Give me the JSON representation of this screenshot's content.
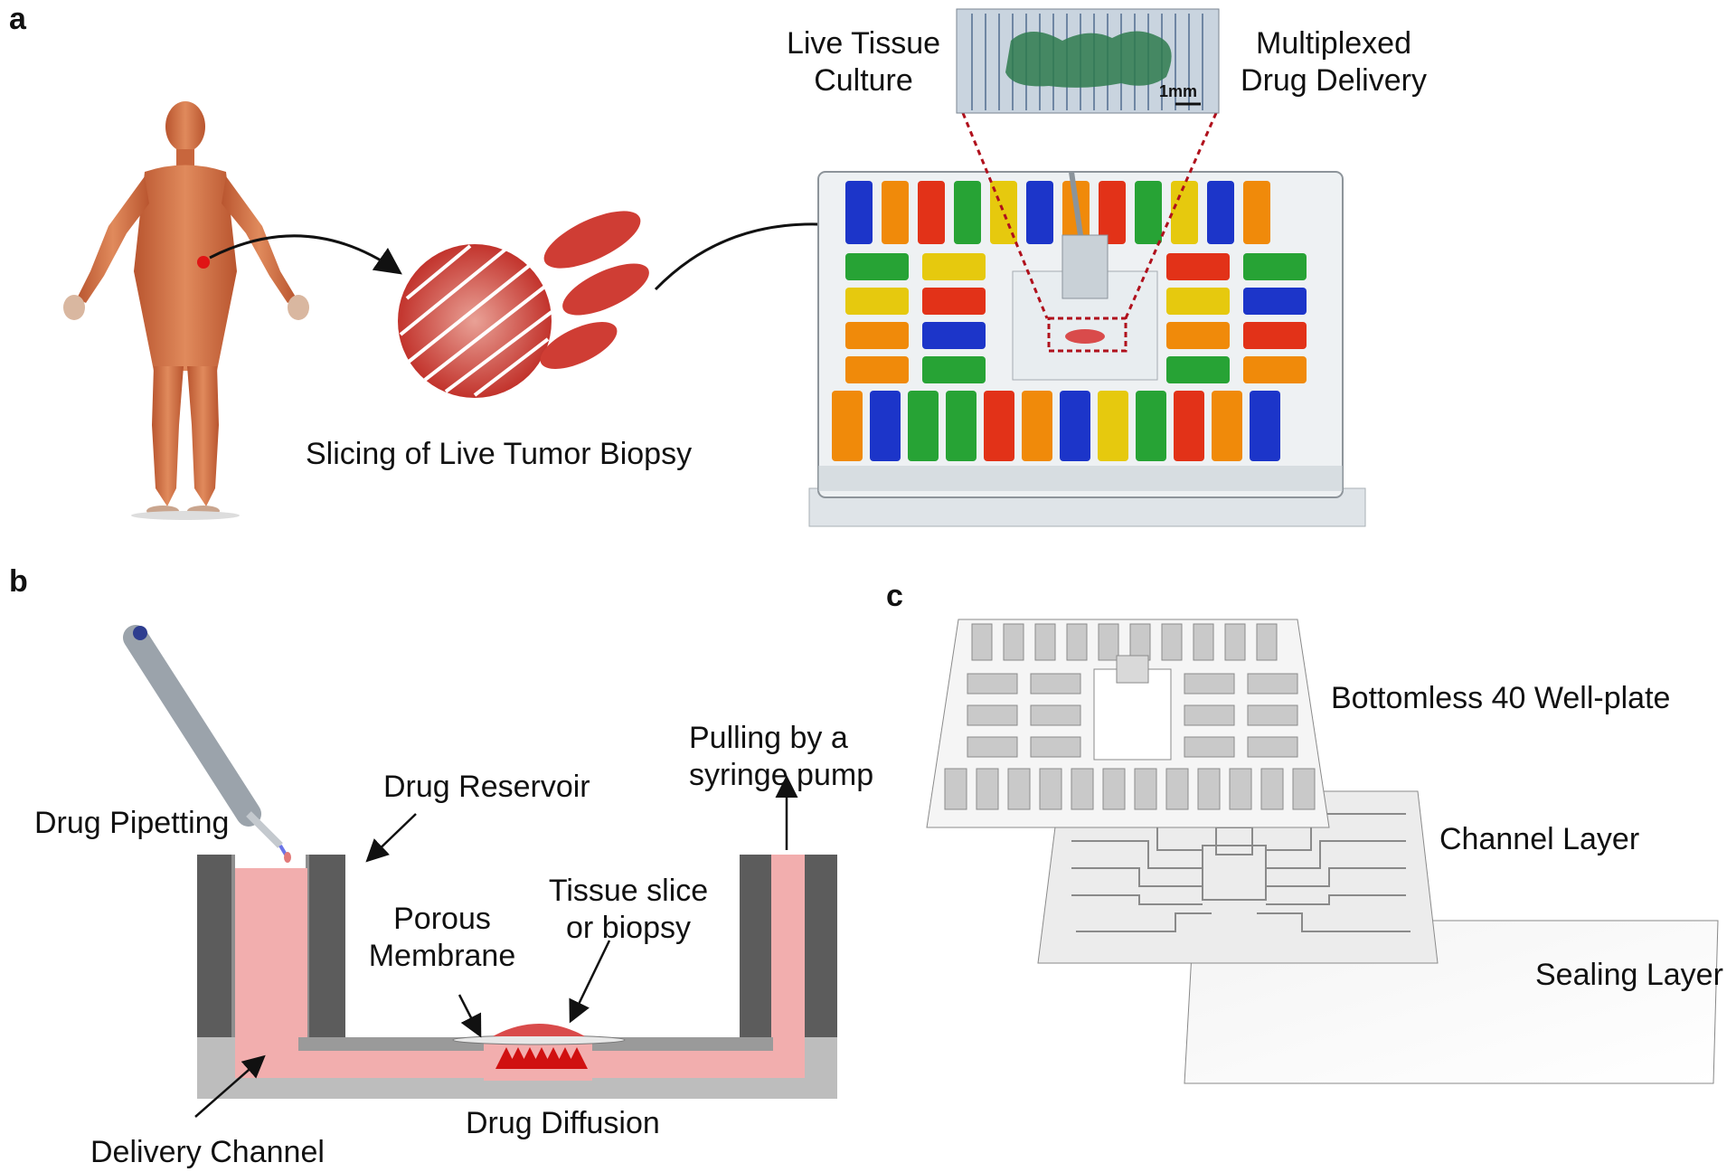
{
  "panels": {
    "a": {
      "letter": "a",
      "slicing_label": "Slicing of Live Tumor Biopsy",
      "culture_label_1": "Live Tissue",
      "culture_label_2": "Culture",
      "delivery_label_1": "Multiplexed",
      "delivery_label_2": "Drug Delivery",
      "scale_label": "1mm"
    },
    "b": {
      "letter": "b",
      "pipetting": "Drug Pipetting",
      "reservoir": "Drug Reservoir",
      "pulling_1": "Pulling by a",
      "pulling_2": "syringe pump",
      "tissue_1": "Tissue slice",
      "tissue_2": "or biopsy",
      "membrane_1": "Porous",
      "membrane_2": "Membrane",
      "diffusion": "Drug Diffusion",
      "channel": "Delivery Channel"
    },
    "c": {
      "letter": "c",
      "wellplate": "Bottomless 40 Well-plate",
      "channel_layer": "Channel Layer",
      "sealing_layer": "Sealing Layer"
    }
  },
  "colors": {
    "fluid": "#f2aeae",
    "wall_dark": "#5c5c5c",
    "wall_mid": "#8f8f8f",
    "wall_light": "#bdbdbd",
    "tissue": "#d94b4b",
    "guide_red": "#b0101c",
    "wells": [
      "#1c35c9",
      "#f08a0a",
      "#e23218",
      "#27a335",
      "#e6c90e",
      "#1c35c9",
      "#f08a0a",
      "#e23218",
      "#27a335",
      "#e6c90e",
      "#1c35c9",
      "#f08a0a"
    ]
  }
}
